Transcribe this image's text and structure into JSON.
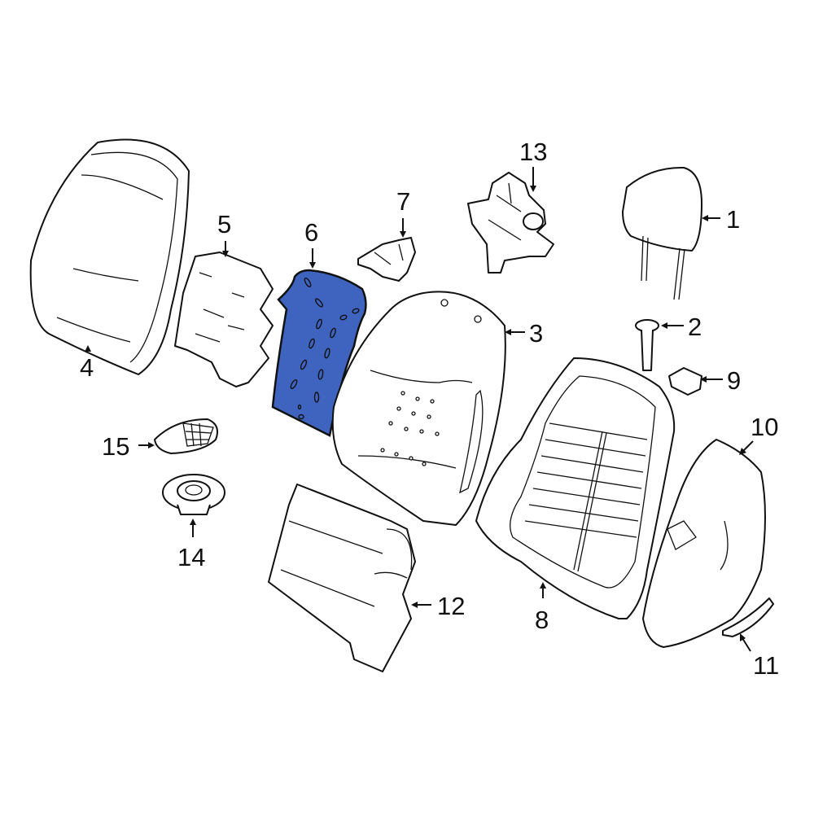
{
  "diagram": {
    "highlight_color": "#3f64c0",
    "callouts": [
      {
        "id": "1",
        "part": "headrest"
      },
      {
        "id": "2",
        "part": "headrest-guide"
      },
      {
        "id": "3",
        "part": "seat-back-pad"
      },
      {
        "id": "4",
        "part": "seat-back-cover"
      },
      {
        "id": "5",
        "part": "insulator-panel"
      },
      {
        "id": "6",
        "part": "seat-back-panel"
      },
      {
        "id": "7",
        "part": "bracket"
      },
      {
        "id": "8",
        "part": "seat-back-frame"
      },
      {
        "id": "9",
        "part": "clip"
      },
      {
        "id": "10",
        "part": "rear-panel"
      },
      {
        "id": "11",
        "part": "trim-strip"
      },
      {
        "id": "12",
        "part": "heater-element"
      },
      {
        "id": "13",
        "part": "lumbar-pump"
      },
      {
        "id": "14",
        "part": "speaker"
      },
      {
        "id": "15",
        "part": "speaker-grille"
      }
    ]
  }
}
